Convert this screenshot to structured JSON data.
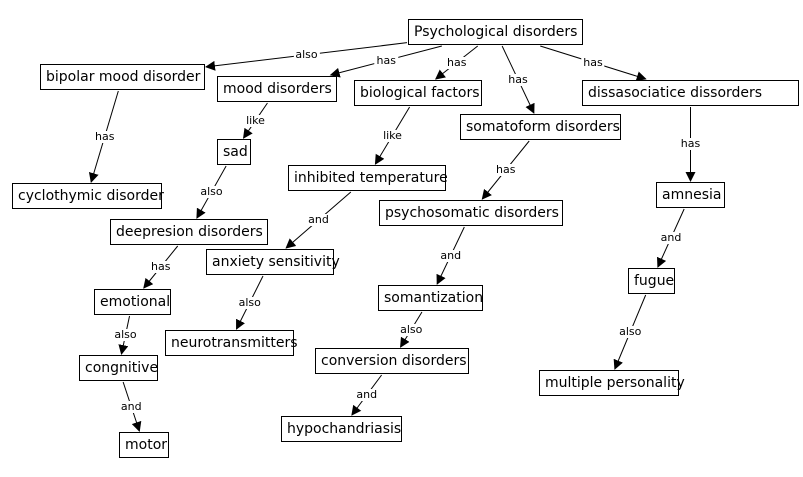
{
  "title": "Psychological disorders concept map",
  "nodes": [
    {
      "id": "psych",
      "label": "Psychological disorders"
    },
    {
      "id": "bipolar",
      "label": "bipolar mood disorder"
    },
    {
      "id": "mood",
      "label": "mood disorders"
    },
    {
      "id": "bio",
      "label": "biological factors"
    },
    {
      "id": "somato",
      "label": "somatoform disorders"
    },
    {
      "id": "dissoc",
      "label": "dissasociatice dissorders"
    },
    {
      "id": "cyclo",
      "label": "cyclothymic disorder"
    },
    {
      "id": "sad",
      "label": "sad"
    },
    {
      "id": "inhib",
      "label": "inhibited temperature"
    },
    {
      "id": "psychosom",
      "label": "psychosomatic disorders"
    },
    {
      "id": "amnesia",
      "label": "amnesia"
    },
    {
      "id": "depress",
      "label": "deepresion disorders"
    },
    {
      "id": "anxiety",
      "label": "anxiety sensitivity"
    },
    {
      "id": "emotional",
      "label": "emotional"
    },
    {
      "id": "somant",
      "label": "somantization"
    },
    {
      "id": "fugue",
      "label": "fugue"
    },
    {
      "id": "neuro",
      "label": "neurotransmitters"
    },
    {
      "id": "congnitive",
      "label": "congnitive"
    },
    {
      "id": "conversion",
      "label": "conversion disorders"
    },
    {
      "id": "multiple",
      "label": "multiple personality"
    },
    {
      "id": "motor",
      "label": "motor"
    },
    {
      "id": "hypo",
      "label": "hypochandriasis"
    }
  ],
  "edges": [
    {
      "from": "psych",
      "to": "bipolar",
      "label": "also"
    },
    {
      "from": "psych",
      "to": "mood",
      "label": "has"
    },
    {
      "from": "psych",
      "to": "bio",
      "label": "has"
    },
    {
      "from": "psych",
      "to": "somato",
      "label": "has"
    },
    {
      "from": "psych",
      "to": "dissoc",
      "label": "has"
    },
    {
      "from": "bipolar",
      "to": "cyclo",
      "label": "has"
    },
    {
      "from": "mood",
      "to": "sad",
      "label": "like"
    },
    {
      "from": "bio",
      "to": "inhib",
      "label": "like"
    },
    {
      "from": "somato",
      "to": "psychosom",
      "label": "has"
    },
    {
      "from": "dissoc",
      "to": "amnesia",
      "label": "has"
    },
    {
      "from": "sad",
      "to": "depress",
      "label": "also"
    },
    {
      "from": "inhib",
      "to": "anxiety",
      "label": "and"
    },
    {
      "from": "psychosom",
      "to": "somant",
      "label": "and"
    },
    {
      "from": "amnesia",
      "to": "fugue",
      "label": "and"
    },
    {
      "from": "depress",
      "to": "emotional",
      "label": "has"
    },
    {
      "from": "anxiety",
      "to": "neuro",
      "label": "also"
    },
    {
      "from": "somant",
      "to": "conversion",
      "label": "also"
    },
    {
      "from": "fugue",
      "to": "multiple",
      "label": "also"
    },
    {
      "from": "emotional",
      "to": "congnitive",
      "label": "also"
    },
    {
      "from": "congnitive",
      "to": "motor",
      "label": "and"
    },
    {
      "from": "conversion",
      "to": "hypo",
      "label": "and"
    }
  ]
}
